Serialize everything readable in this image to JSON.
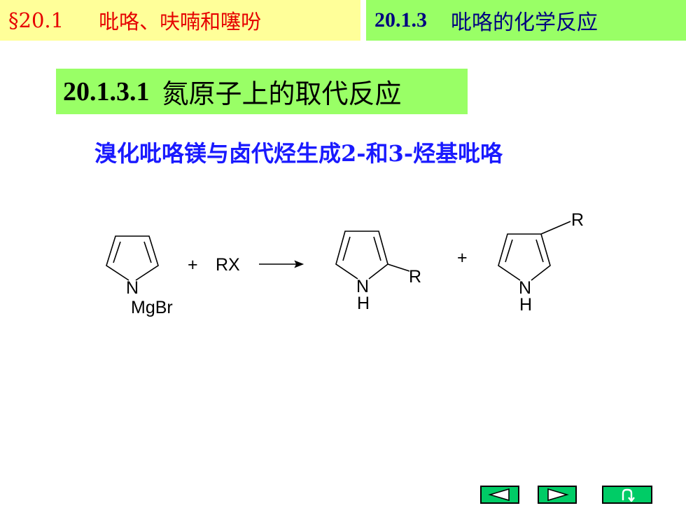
{
  "header": {
    "chapter_number": "§20.1",
    "chapter_title": "吡咯、呋喃和噻吩",
    "section_number": "20.1.3",
    "section_title": "吡咯的化学反应"
  },
  "topic": {
    "number": "20.1.3.1",
    "title": "氮原子上的取代反应"
  },
  "subtitle": "溴化吡咯镁与卤代烃生成2-和3-烃基吡咯",
  "reaction": {
    "reactant1_atom": "N",
    "reactant1_substituent": "MgBr",
    "plus1": "+",
    "reagent": "RX",
    "product1_atom": "N",
    "product1_h": "H",
    "product1_substituent": "R",
    "plus2": "+",
    "product2_atom": "N",
    "product2_h": "H",
    "product2_substituent": "R"
  },
  "navigation": {
    "prev_icon": "triangle-left-icon",
    "next_icon": "triangle-right-icon",
    "return_icon": "return-arrow-icon"
  },
  "colors": {
    "header_left_bg": "#ffff99",
    "header_left_text": "#e60000",
    "header_right_bg": "#99ff66",
    "header_right_text": "#000080",
    "subtitle_text": "#1a1aff",
    "nav_button_bg": "#00cc66"
  }
}
